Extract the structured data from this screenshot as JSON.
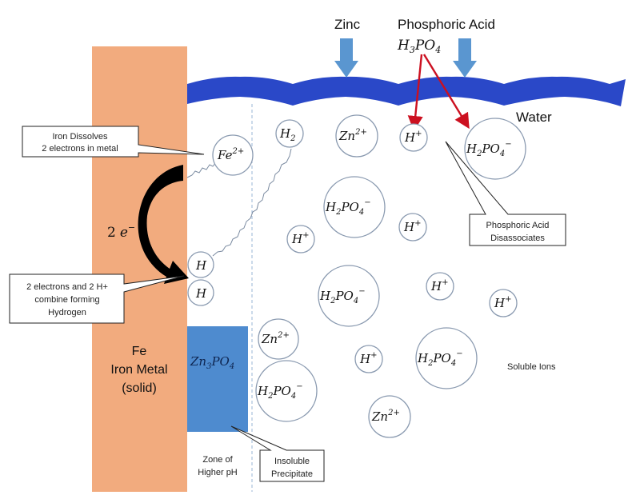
{
  "title_labels": {
    "zinc": "Zinc",
    "phosphoric_acid": "Phosphoric Acid",
    "phosphoric_formula": {
      "base": "H",
      "sub1": "3",
      "mid": "PO",
      "sub2": "4"
    },
    "water": "Water"
  },
  "iron": {
    "line1": "Fe",
    "line2": "Iron Metal",
    "line3": "(solid)"
  },
  "electrons": {
    "count": "2",
    "symbol": "e",
    "sup": "−"
  },
  "precipitate": {
    "base": "Zn",
    "sub1": "3",
    "mid": "PO",
    "sub2": "4"
  },
  "callouts": {
    "iron_dissolves": [
      "Iron Dissolves",
      "2 electrons in metal"
    ],
    "hydrogen_forming": [
      "2 electrons and 2 H+",
      "combine forming",
      "Hydrogen"
    ],
    "acid_dissociates": [
      "Phosphoric Acid",
      "Disassociates"
    ],
    "insoluble": [
      "Insoluble",
      "Precipitate"
    ],
    "zone": [
      "Zone of",
      "Higher pH"
    ],
    "soluble": "Soluble Ions"
  },
  "ions": {
    "fe": {
      "base": "Fe",
      "sup": "2+"
    },
    "h2": {
      "base": "H",
      "sub": "2"
    },
    "h_atom": {
      "base": "H"
    },
    "h_plus": {
      "base": "H",
      "sup": "+"
    },
    "zn": {
      "base": "Zn",
      "sup": "2+"
    },
    "h2po4": {
      "base": "H",
      "sub1": "2",
      "mid": "PO",
      "sub2": "4",
      "sup": "−"
    }
  },
  "colors": {
    "iron": "#F2AB7E",
    "water": "#2A48C8",
    "precipitate": "#4E8BCF",
    "arrow_blue": "#5A96D0",
    "arrow_red": "#CC1020",
    "ion_stroke": "#8A9AB0"
  }
}
